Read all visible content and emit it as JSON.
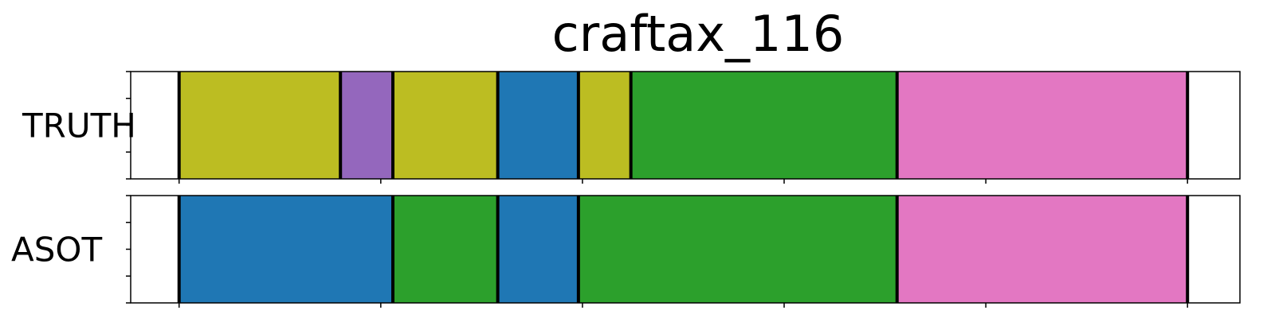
{
  "chart_data": {
    "type": "bar",
    "title": "craftax_116",
    "x_range": [
      -0.12,
      2.63
    ],
    "rows": [
      {
        "name": "TRUTH",
        "segments": [
          {
            "start": 0.0,
            "end": 0.4,
            "color": "#bcbd22"
          },
          {
            "start": 0.4,
            "end": 0.53,
            "color": "#9467bd"
          },
          {
            "start": 0.53,
            "end": 0.79,
            "color": "#bcbd22"
          },
          {
            "start": 0.79,
            "end": 0.99,
            "color": "#1f77b4"
          },
          {
            "start": 0.99,
            "end": 1.12,
            "color": "#bcbd22"
          },
          {
            "start": 1.12,
            "end": 1.78,
            "color": "#2ca02c"
          },
          {
            "start": 1.78,
            "end": 2.5,
            "color": "#e377c2"
          }
        ]
      },
      {
        "name": "ASOT",
        "segments": [
          {
            "start": 0.0,
            "end": 0.53,
            "color": "#1f77b4"
          },
          {
            "start": 0.53,
            "end": 0.79,
            "color": "#2ca02c"
          },
          {
            "start": 0.79,
            "end": 0.99,
            "color": "#1f77b4"
          },
          {
            "start": 0.99,
            "end": 1.78,
            "color": "#2ca02c"
          },
          {
            "start": 1.78,
            "end": 2.5,
            "color": "#e377c2"
          }
        ]
      }
    ],
    "x_ticks": [
      0.0,
      0.5,
      1.0,
      1.5,
      2.0,
      2.5
    ],
    "y_ticks_per_row": 5,
    "grid": false,
    "legend": "none",
    "boundary_color": "#000000"
  }
}
